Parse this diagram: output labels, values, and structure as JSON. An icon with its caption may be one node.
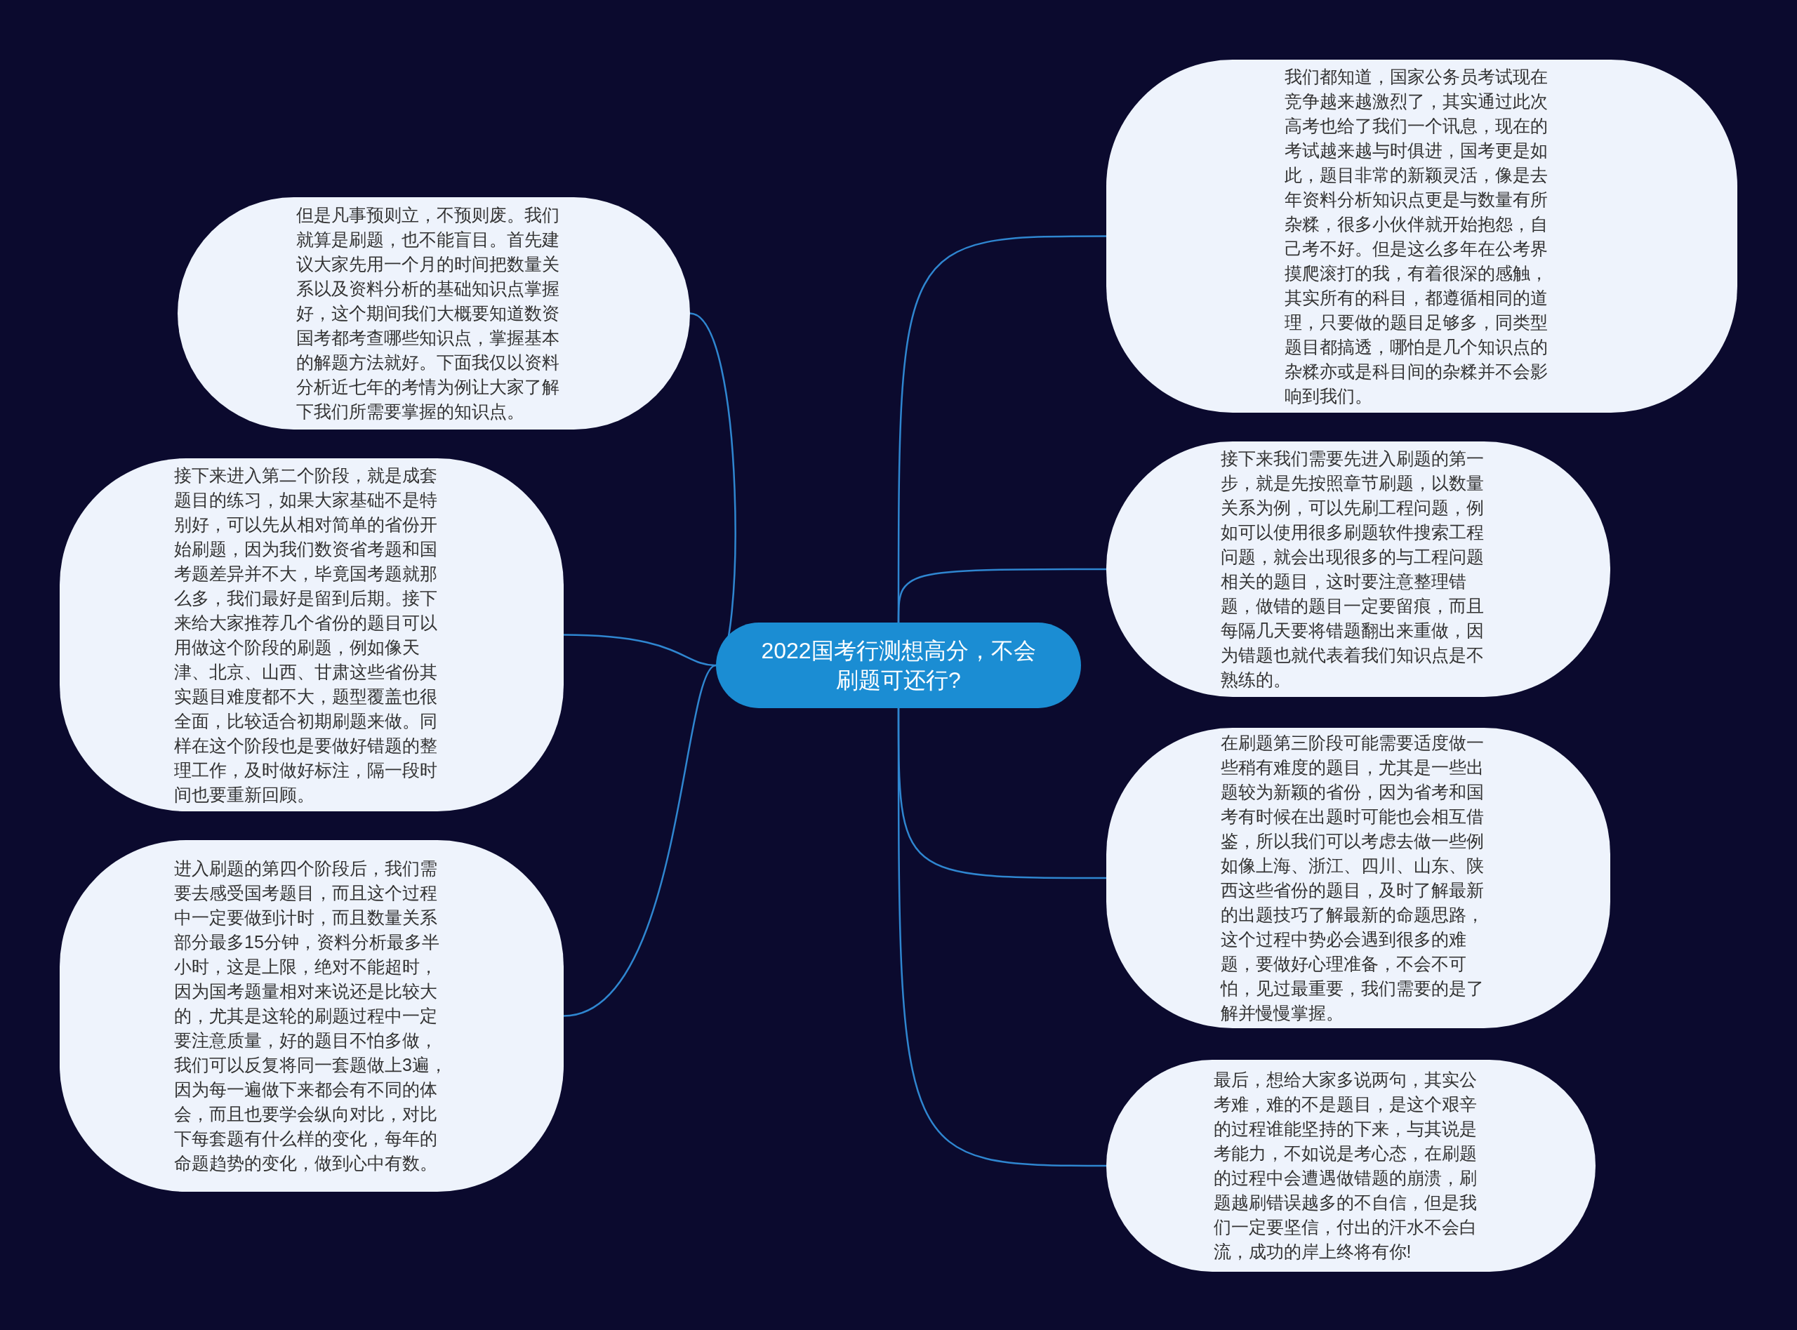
{
  "diagram": {
    "nodes": [
      {
        "text": [
          "2022国考行测想高分，不会刷题可还行?"
        ]
      },
      {
        "text": [
          "但是凡事预则立，不预则废。我们就算是刷题，也不能盲目。首先建议大家先用一个月的时间把数量关系以及资料分析的基础知识点掌握好，这个期间我们大概要知道数资国考都考查哪些知识点，掌握基本的解题方法就好。下面我仅以资料分析近七年的考情为例让大家了解下我们所需要掌握的知识点。"
        ]
      },
      {
        "text": [
          "接下来进入第二个阶段，就是成套题目的练习，如果大家基础不是特别好，可以先从相对简单的省份开始刷题，因为我们数资省考题和国考题差异并不大，毕竟国考题就那么多，我们最好是留到后期。接下来给大家推荐几个省份的题目可以用做这个阶段的刷题，例如像天津、北京、山西、甘肃这些省份其实题目难度都不大，题型覆盖也很全面，比较适合初期刷题来做。同样在这个阶段也是要做好错题的整理工作，及时做好标注，隔一段时间也要重新回顾。"
        ]
      },
      {
        "text": [
          "进入刷题的第四个阶段后，我们需要去感受国考题目，而且这个过程中一定要做到计时，而且数量关系部分最多15分钟，资料分析最多半小时，这是上限，绝对不能超时，因为国考题量相对来说还是比较大的，尤其是这轮的刷题过程中一定要注意质量，好的题目不怕多做，我们可以反复将同一套题做上3遍，因为每一遍做下来都会有不同的体会，而且也要学会纵向对比，对比下每套题有什么样的变化，每年的命题趋势的变化，做到心中有数。"
        ]
      },
      {
        "text": [
          "我们都知道，国家公务员考试现在竞争越来越激烈了，其实通过此次高考也给了我们一个讯息，现在的考试越来越与时俱进，国考更是如此，题目非常的新颖灵活，像是去年资料分析知识点更是与数量有所杂糅，很多小伙伴就开始抱怨，自己考不好。但是这么多年在公考界摸爬滚打的我，有着很深的感触，其实所有的科目，都遵循相同的道理，只要做的题目足够多，同类型题目都搞透，哪怕是几个知识点的杂糅亦或是科目间的杂糅并不会影响到我们。"
        ]
      },
      {
        "text": [
          "接下来我们需要先进入刷题的第一步，就是先按照章节刷题，以数量关系为例，可以先刷工程问题，例如可以使用很多刷题软件搜索工程问题，就会出现很多的与工程问题相关的题目，这时要注意整理错题，做错的题目一定要留痕，而且每隔几天要将错题翻出来重做，因为错题也就代表着我们知识点是不熟练的。"
        ]
      },
      {
        "text": [
          "在刷题第三阶段可能需要适度做一些稍有难度的题目，尤其是一些出题较为新颖的省份，因为省考和国考有时候在出题时可能也会相互借鉴，所以我们可以考虑去做一些例如像上海、浙江、四川、山东、陕西这些省份的题目，及时了解最新的出题技巧了解最新的命题思路，这个过程中势必会遇到很多的难题，要做好心理准备，不会不可怕，见过最重要，我们需要的是了解并慢慢掌握。"
        ]
      },
      {
        "text": [
          "最后，想给大家多说两句，其实公考难，难的不是题目，是这个艰辛的过程谁能坚持的下来，与其说是考能力，不如说是考心态，在刷题的过程中会遭遇做错题的崩溃，刷题越刷错误越多的不自信，但是我们一定要坚信，付出的汗水不会白流，成功的岸上终将有你!"
        ]
      }
    ],
    "edges": [
      {
        "from": 0,
        "to": 1,
        "arrow": "none"
      },
      {
        "from": 0,
        "to": 2,
        "arrow": "none"
      },
      {
        "from": 0,
        "to": 3,
        "arrow": "none"
      },
      {
        "from": 0,
        "to": 4,
        "arrow": "none"
      },
      {
        "from": 0,
        "to": 5,
        "arrow": "none"
      },
      {
        "from": 0,
        "to": 6,
        "arrow": "none"
      },
      {
        "from": 0,
        "to": 7,
        "arrow": "none"
      }
    ]
  }
}
